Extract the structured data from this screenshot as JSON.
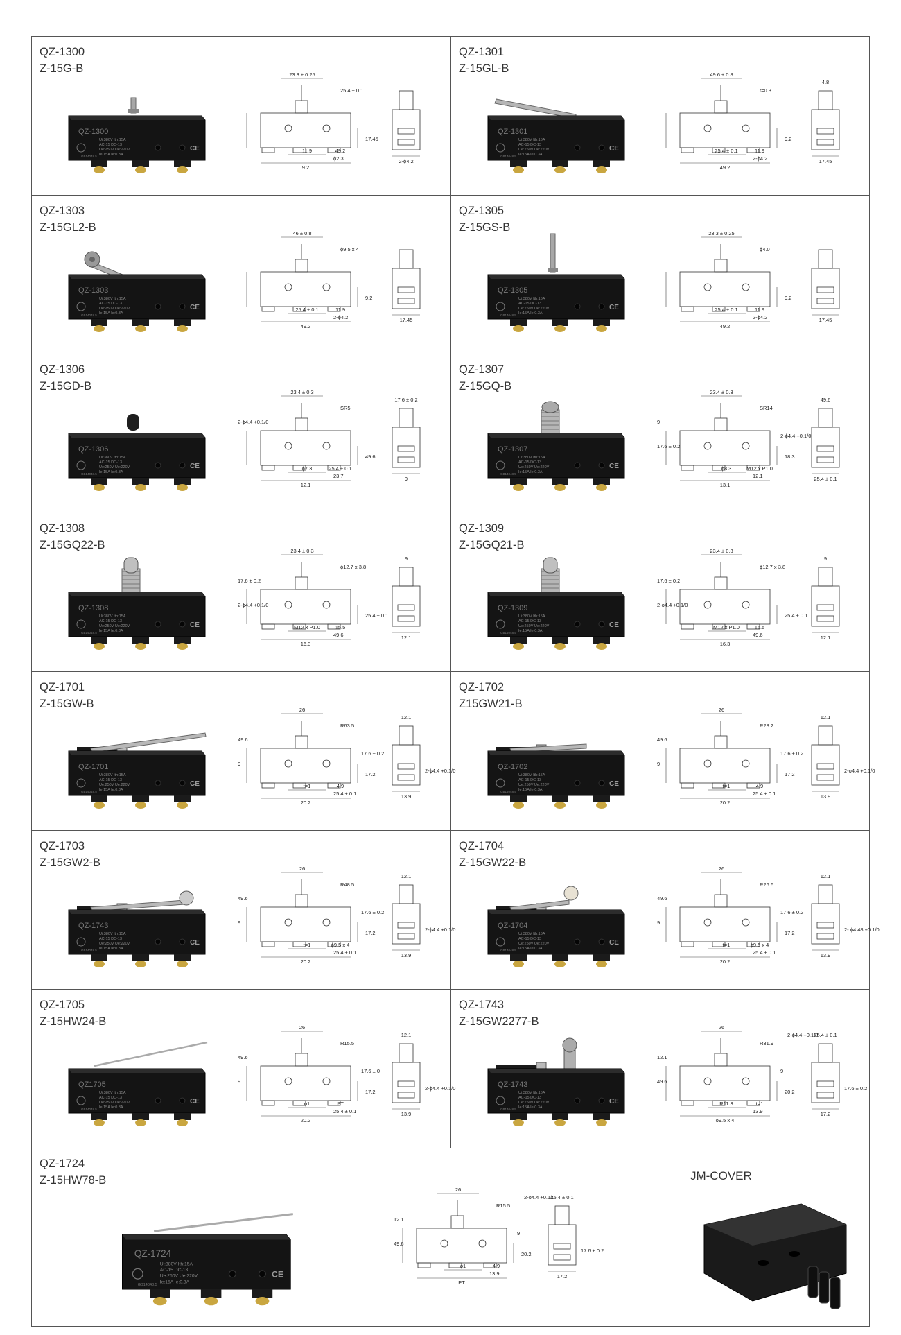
{
  "products": [
    {
      "code": "QZ-1300",
      "model": "Z-15G-B",
      "label": "QZ-1300",
      "actuator": "pin",
      "dims": [
        "23.3 ± 0.25",
        "25.4 ± 0.1",
        "11.9",
        "49.2",
        "9.2",
        "17.45",
        "2-ϕ4.2",
        "ϕ2.3"
      ]
    },
    {
      "code": "QZ-1301",
      "model": "Z-15GL-B",
      "label": "QZ-1301",
      "actuator": "leaf-lever",
      "dims": [
        "49.6 ± 0.8",
        "t=0.3",
        "25.4 ± 0.1",
        "11.9",
        "49.2",
        "9.2",
        "17.45",
        "2-ϕ4.2",
        "4.8"
      ]
    },
    {
      "code": "QZ-1303",
      "model": "Z-15GL2-B",
      "label": "QZ-1303",
      "actuator": "roller-lever",
      "dims": [
        "46 ± 0.8",
        "ϕ9.5 x 4",
        "25.4 ± 0.1",
        "11.9",
        "49.2",
        "9.2",
        "17.45",
        "2-ϕ4.2"
      ]
    },
    {
      "code": "QZ-1305",
      "model": "Z-15GS-B",
      "label": "QZ-1305",
      "actuator": "long-pin",
      "dims": [
        "23.3 ± 0.25",
        "ϕ4.0",
        "25.4 ± 0.1",
        "11.9",
        "49.2",
        "9.2",
        "17.45",
        "2-ϕ4.2"
      ]
    },
    {
      "code": "QZ-1306",
      "model": "Z-15GD-B",
      "label": "QZ-1306",
      "actuator": "short-plunger",
      "dims": [
        "23.4 ± 0.3",
        "SR5",
        "ϕ7.3",
        "25.4 ± 0.1",
        "12.1",
        "49.6",
        "9",
        "23.7",
        "17.6 ± 0.2",
        "2-ϕ4.4 +0.1/0"
      ]
    },
    {
      "code": "QZ-1307",
      "model": "Z-15GQ-B",
      "label": "QZ-1307",
      "actuator": "panel-plunger",
      "dims": [
        "23.4 ± 0.3",
        "SR14",
        "ϕ8.3",
        "M12 x P1.0",
        "13.1",
        "18.3",
        "25.4 ± 0.1",
        "12.1",
        "49.6",
        "9",
        "17.6 ± 0.2",
        "2-ϕ4.4 +0.1/0"
      ]
    },
    {
      "code": "QZ-1308",
      "model": "Z-15GQ22-B",
      "label": "QZ-1308",
      "actuator": "panel-roller-cross",
      "dims": [
        "23.4 ± 0.3",
        "ϕ12.7 x 3.8",
        "M12 x P1.0",
        "15.5",
        "16.3",
        "25.4 ± 0.1",
        "12.1",
        "49.6",
        "9",
        "17.6 ± 0.2",
        "2-ϕ4.4 +0.1/0"
      ]
    },
    {
      "code": "QZ-1309",
      "model": "Z-15GQ21-B",
      "label": "QZ-1309",
      "actuator": "panel-roller",
      "dims": [
        "23.4 ± 0.3",
        "ϕ12.7 x 3.8",
        "M12 x P1.0",
        "15.5",
        "16.3",
        "25.4 ± 0.1",
        "12.1",
        "49.6",
        "9",
        "17.6 ± 0.2",
        "2-ϕ4.4 +0.1/0"
      ]
    },
    {
      "code": "QZ-1701",
      "model": "Z-15GW-B",
      "label": "QZ-1701",
      "actuator": "hinge-lever",
      "dims": [
        "26",
        "R63.5",
        "t=1",
        "4.9",
        "20.2",
        "17.2",
        "13.9",
        "25.4 ± 0.1",
        "12.1",
        "49.6",
        "9",
        "17.6 ± 0.2",
        "2-ϕ4.4 +0.1/0"
      ]
    },
    {
      "code": "QZ-1702",
      "model": "Z15GW21-B",
      "label": "QZ-1702",
      "actuator": "short-hinge-lever",
      "dims": [
        "26",
        "R28.2",
        "t=1",
        "4.9",
        "20.2",
        "17.2",
        "13.9",
        "25.4 ± 0.1",
        "12.1",
        "49.6",
        "9",
        "17.6 ± 0.2",
        "2-ϕ4.4 +0.1/0"
      ]
    },
    {
      "code": "QZ-1703",
      "model": "Z-15GW2-B",
      "label": "QZ-1743",
      "actuator": "hinge-roller-lever",
      "dims": [
        "26",
        "R48.5",
        "t=1",
        "ϕ9.5 x 4",
        "20.2",
        "17.2",
        "13.9",
        "25.4 ± 0.1",
        "12.1",
        "49.6",
        "9",
        "17.6 ± 0.2",
        "2-ϕ4.4 +0.1/0"
      ]
    },
    {
      "code": "QZ-1704",
      "model": "Z-15GW22-B",
      "label": "QZ-1704",
      "actuator": "short-hinge-roller",
      "dims": [
        "26",
        "R26.6",
        "t=1",
        "ϕ9.5 x 4",
        "20.2",
        "17.2",
        "13.9",
        "25.4 ± 0.1",
        "12.1",
        "49.6",
        "9",
        "17.6 ± 0.2",
        "2- ϕ4.48 +0.1/0"
      ]
    },
    {
      "code": "QZ-1705",
      "model": "Z-15HW24-B",
      "label": "QZ1705",
      "actuator": "wire-lever",
      "dims": [
        "26",
        "R15.5",
        "ϕ1",
        "PT",
        "20.2",
        "17.2",
        "13.9",
        "25.4 ± 0.1",
        "12.1",
        "49.6",
        "9",
        "17.6 ± 0",
        "2-ϕ4.4 +0.1/0"
      ]
    },
    {
      "code": "QZ-1743",
      "model": "Z-15GW2277-B",
      "label": "QZ-1743",
      "actuator": "one-way-roller",
      "dims": [
        "26",
        "R31.9",
        "R11.3",
        "t=1",
        "ϕ9.5 x 4",
        "20.2",
        "17.2",
        "13.9",
        "25.4 ± 0.1",
        "12.1",
        "49.6",
        "9",
        "17.6 ± 0.2",
        "2-ϕ4.4 +0.1/0"
      ]
    },
    {
      "code": "QZ-1724",
      "model": "Z-15HW78-B",
      "label": "QZ-1724",
      "actuator": "long-wire-lever",
      "dims": [
        "26",
        "R15.5",
        "ϕ1",
        "4.9",
        "PT",
        "20.2",
        "17.2",
        "13.9",
        "25.4 ± 0.1",
        "12.1",
        "49.6",
        "9",
        "17.6 ± 0.2",
        "2-ϕ4.4 +0.1/0"
      ]
    }
  ],
  "cover": {
    "title": "JM-COVER"
  },
  "spec_lines": [
    "Ui:380V  Ith:15A",
    "AC-15   DC-13",
    "Ue:250V  Ue:220V",
    "Ie:15A   Ie:0.3A"
  ],
  "cert_text": "GB14048.5",
  "ce_mark": "CE",
  "colors": {
    "frame": "#555555",
    "switch_body": "#151515",
    "dimension_line": "#333333",
    "terminal": "#c9a640"
  }
}
